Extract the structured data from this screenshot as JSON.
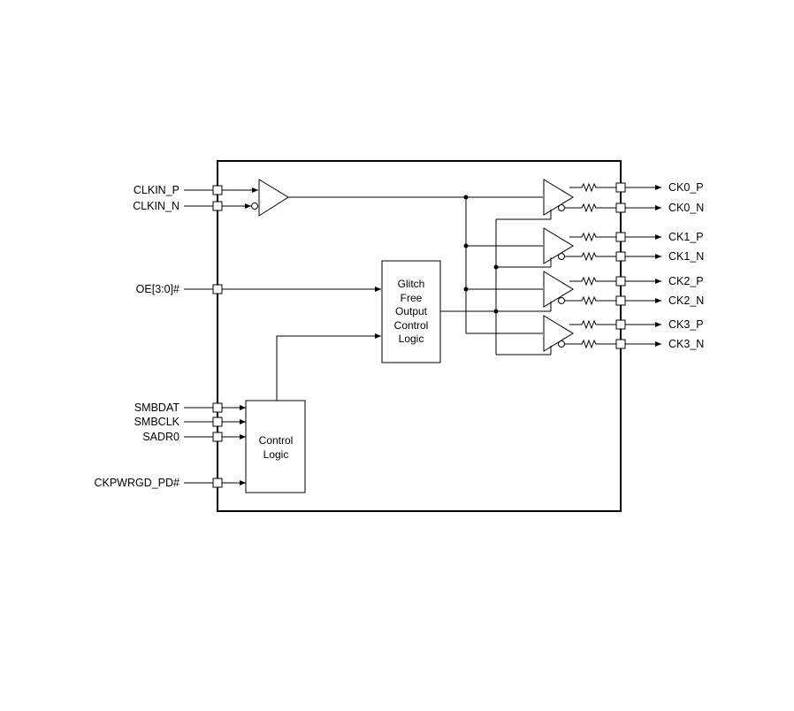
{
  "inputs": {
    "clkin_p": "CLKIN_P",
    "clkin_n": "CLKIN_N",
    "oe": "OE[3:0]#",
    "smbdat": "SMBDAT",
    "smbclk": "SMBCLK",
    "sadr0": "SADR0",
    "ckpwrgd": "CKPWRGD_PD#"
  },
  "outputs": {
    "ck0_p": "CK0_P",
    "ck0_n": "CK0_N",
    "ck1_p": "CK1_P",
    "ck1_n": "CK1_N",
    "ck2_p": "CK2_P",
    "ck2_n": "CK2_N",
    "ck3_p": "CK3_P",
    "ck3_n": "CK3_N"
  },
  "blocks": {
    "glitch": [
      "Glitch",
      "Free",
      "Output",
      "Control",
      "Logic"
    ],
    "control": [
      "Control",
      "Logic"
    ]
  }
}
